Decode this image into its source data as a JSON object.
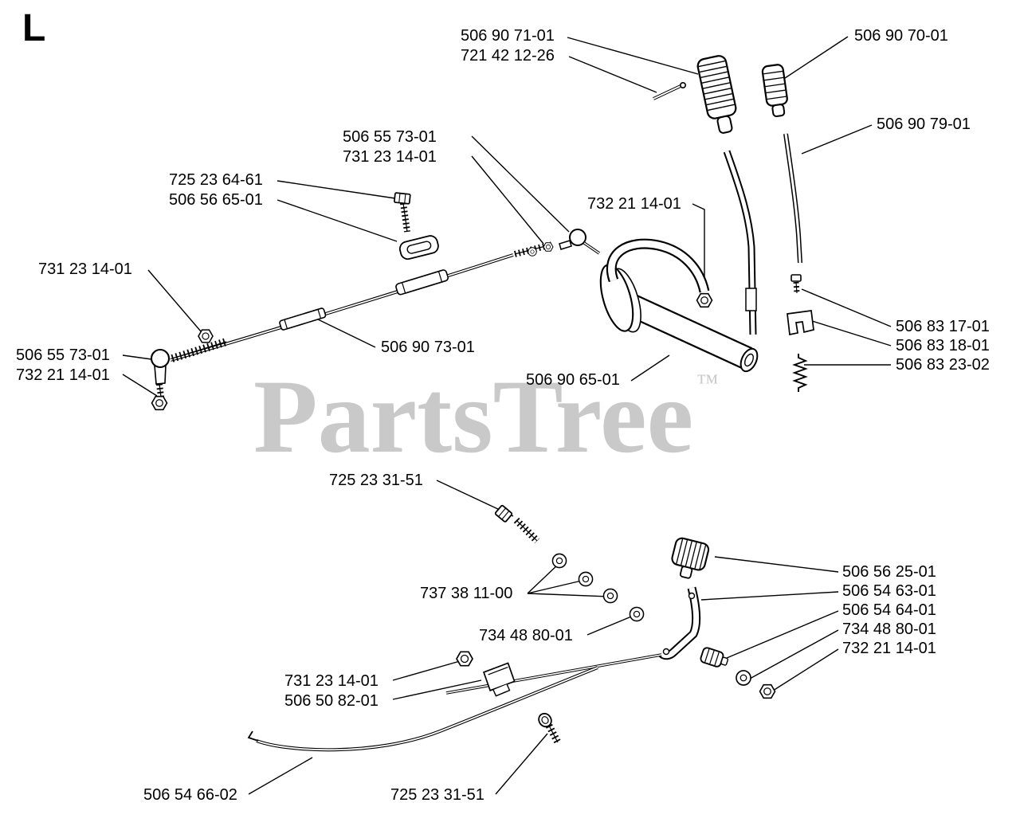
{
  "page": {
    "section_letter": "L",
    "watermark": {
      "text": "PartsTree",
      "tm": "™",
      "color": "#c9c9c9"
    },
    "ink_color": "#000000",
    "background_color": "#ffffff"
  },
  "labels": [
    {
      "text": "506 90 71-01"
    },
    {
      "text": "721 42 12-26"
    },
    {
      "text": "506 90 70-01"
    },
    {
      "text": "506 90 79-01"
    },
    {
      "text": "506 55 73-01"
    },
    {
      "text": "731 23 14-01"
    },
    {
      "text": "725 23 64-61"
    },
    {
      "text": "506 56 65-01"
    },
    {
      "text": "732 21 14-01"
    },
    {
      "text": "731 23 14-01"
    },
    {
      "text": "506 55 73-01"
    },
    {
      "text": "732 21 14-01"
    },
    {
      "text": "506 90 73-01"
    },
    {
      "text": "506 90 65-01"
    },
    {
      "text": "506 83 17-01"
    },
    {
      "text": "506 83 18-01"
    },
    {
      "text": "506 83 23-02"
    },
    {
      "text": "725 23 31-51"
    },
    {
      "text": "737 38 11-00"
    },
    {
      "text": "734 48 80-01"
    },
    {
      "text": "506 56 25-01"
    },
    {
      "text": "506 54 63-01"
    },
    {
      "text": "506 54 64-01"
    },
    {
      "text": "734 48 80-01"
    },
    {
      "text": "732 21 14-01"
    },
    {
      "text": "731 23 14-01"
    },
    {
      "text": "506 50 82-01"
    },
    {
      "text": "506 54 66-02"
    },
    {
      "text": "725 23 31-51"
    }
  ]
}
